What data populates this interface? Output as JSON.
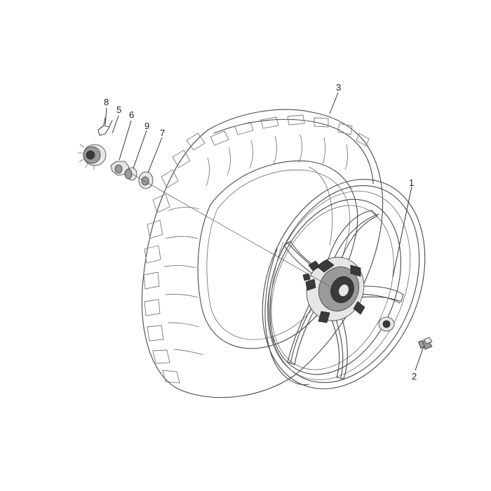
{
  "diagram": {
    "parts": [
      {
        "id": "1"
      },
      {
        "id": "2"
      },
      {
        "id": "3"
      },
      {
        "id": "5"
      },
      {
        "id": "6"
      },
      {
        "id": "7"
      },
      {
        "id": "8"
      },
      {
        "id": "9"
      }
    ]
  }
}
